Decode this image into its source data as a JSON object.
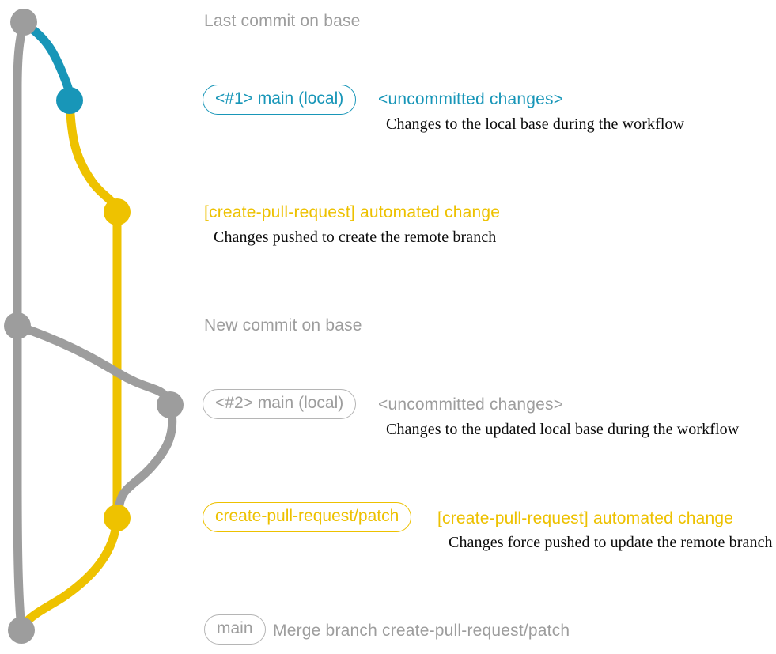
{
  "colors": {
    "teal": "#1896b8",
    "yellow": "#eec200",
    "gray": "#9d9d9d",
    "description_text": "#0b0b0b",
    "background": "#ffffff"
  },
  "graph": {
    "type": "git-branch-diagram",
    "branches": [
      {
        "name": "base",
        "color": "gray"
      },
      {
        "name": "main-local-1",
        "color": "teal"
      },
      {
        "name": "create-pull-request-patch",
        "color": "yellow"
      },
      {
        "name": "main-local-2",
        "color": "gray"
      }
    ],
    "commits": [
      {
        "name": "last-commit-on-base",
        "color": "gray",
        "label": "Last commit on base"
      },
      {
        "name": "local-main-1",
        "color": "teal",
        "label": "<#1> main (local)"
      },
      {
        "name": "automated-change-1",
        "color": "yellow",
        "label": "[create-pull-request] automated change"
      },
      {
        "name": "new-commit-on-base",
        "color": "gray",
        "label": "New commit on base"
      },
      {
        "name": "local-main-2",
        "color": "gray",
        "label": "<#2> main (local)"
      },
      {
        "name": "automated-change-2",
        "color": "yellow",
        "label": "[create-pull-request] automated change"
      },
      {
        "name": "merge-commit",
        "color": "gray",
        "label": "Merge branch create-pull-request/patch"
      }
    ]
  },
  "labels": {
    "last_commit": "Last commit on base",
    "badge_main_local_1": "<#1> main (local)",
    "uncommitted_1": "<uncommitted changes>",
    "desc_1": "Changes to the local base during the workflow",
    "automated_change_1": "[create-pull-request] automated change",
    "desc_2": "Changes pushed to create the remote branch",
    "new_commit": "New commit on base",
    "badge_main_local_2": "<#2> main (local)",
    "uncommitted_2": "<uncommitted changes>",
    "desc_3": "Changes to the updated local base during the workflow",
    "badge_branch": "create-pull-request/patch",
    "automated_change_2": "[create-pull-request] automated change",
    "desc_4": "Changes force pushed to update the remote branch",
    "badge_main": "main",
    "merge_message": "Merge branch create-pull-request/patch"
  }
}
